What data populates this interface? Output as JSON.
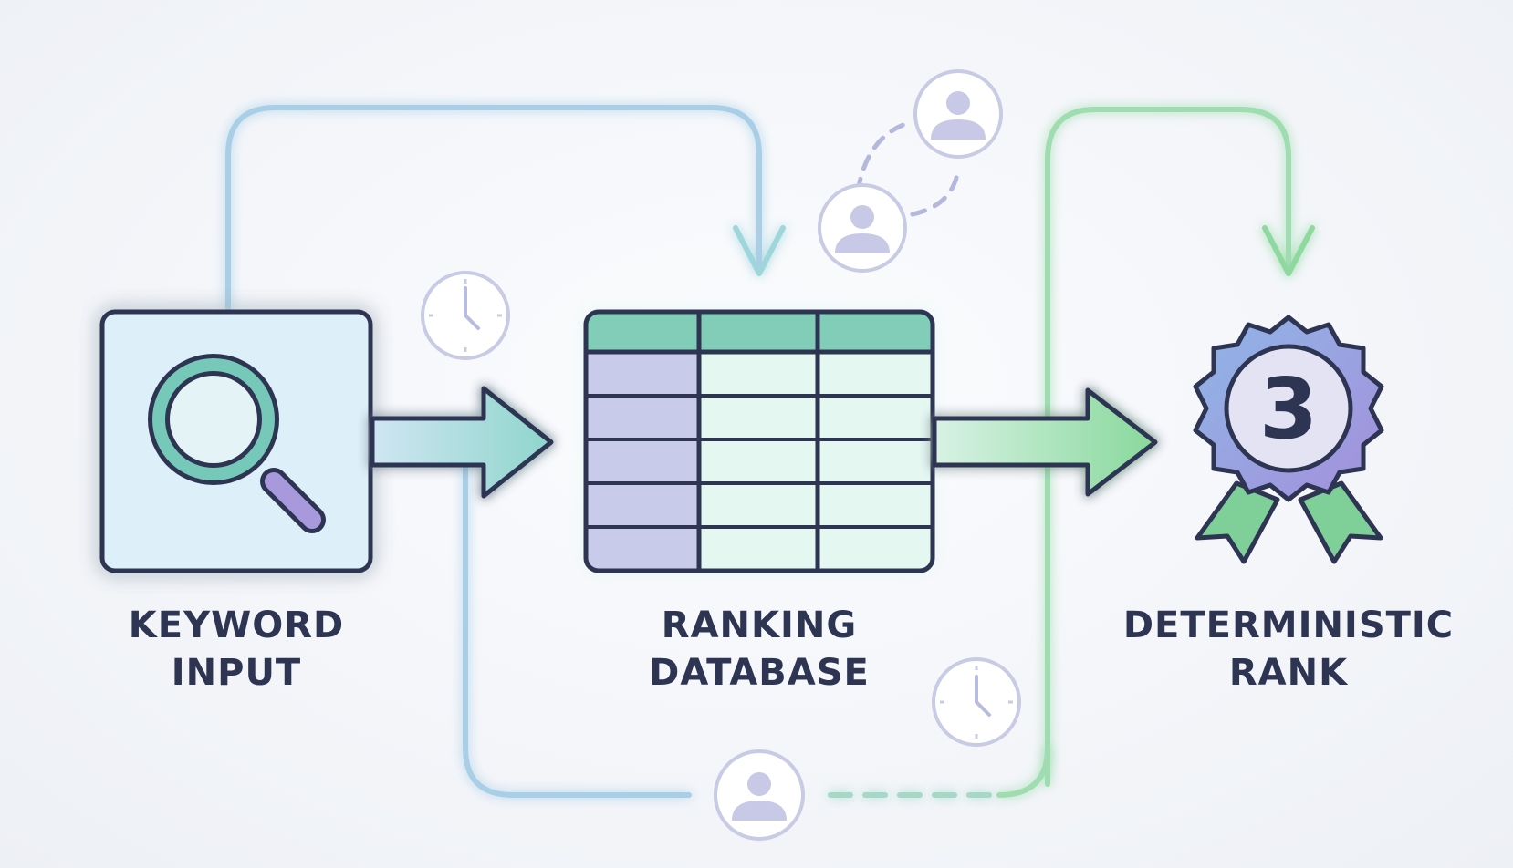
{
  "steps": [
    {
      "id": "keyword-input",
      "label_line1": "KEYWORD",
      "label_line2": "INPUT",
      "icon": "magnifying-glass-icon"
    },
    {
      "id": "ranking-database",
      "label_line1": "RANKING",
      "label_line2": "DATABASE",
      "icon": "table-icon"
    },
    {
      "id": "deterministic-rank",
      "label_line1": "DETERMINISTIC",
      "label_line2": "RANK",
      "icon": "award-ribbon-icon"
    }
  ],
  "badge": {
    "number": "3"
  },
  "decorations": [
    "clock-icon",
    "user-icon"
  ],
  "colors": {
    "outline": "#2e3553",
    "blue_flow": "#a9cfe6",
    "teal_flow": "#8fd5cc",
    "green_flow": "#8fd9a0",
    "table_header": "#82cdb8",
    "table_rows_left": "#c9cbea",
    "table_rows_right": "#e4f7f1",
    "keyword_box": "#ddeff8",
    "badge_purple": "#9b98dc",
    "badge_center": "#e4e3f4",
    "ribbon_green": "#7fcf98",
    "user_icon": "#c7c9e6"
  }
}
